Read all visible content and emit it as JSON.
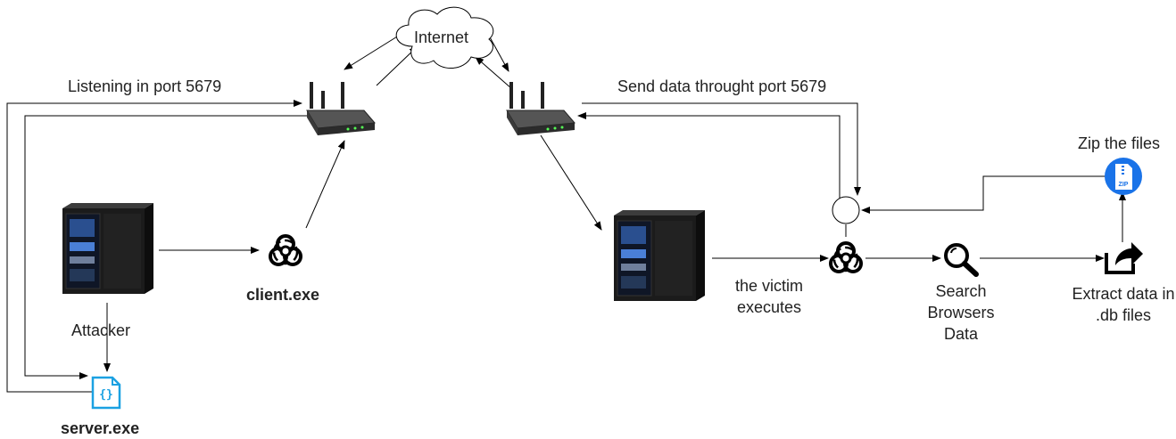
{
  "cloud": {
    "label": "Internet"
  },
  "left_router": {
    "caption": "Listening in port 5679"
  },
  "right_router": {
    "caption": "Send data throught port 5679"
  },
  "attacker_pc": {
    "label": "Attacker"
  },
  "client_payload": {
    "label": "client.exe"
  },
  "server_file": {
    "label": "server.exe"
  },
  "victim": {
    "label": "the victim executes"
  },
  "search_step": {
    "label": "Search Browsers Data"
  },
  "extract_step": {
    "label": "Extract data in .db files"
  },
  "zip_step": {
    "label": "Zip the files",
    "badge": "ZIP"
  },
  "colors": {
    "line": "#000000",
    "file_icon": "#1ba1e2",
    "zip_badge": "#1a73e8",
    "pc_accent": "#4a7fd6"
  },
  "icons": [
    "cloud-icon",
    "router-icon",
    "computer-tower-icon",
    "biohazard-icon",
    "code-file-icon",
    "magnifier-icon",
    "export-icon",
    "zip-icon"
  ]
}
